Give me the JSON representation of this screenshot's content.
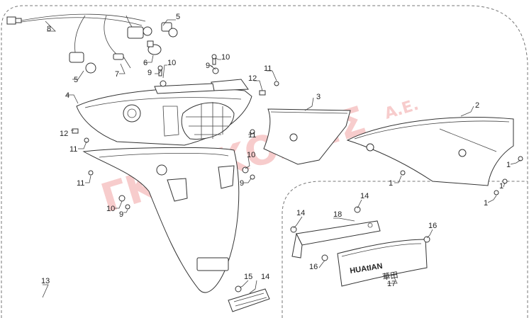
{
  "callouts": [
    {
      "id": "c1a",
      "text": "1"
    },
    {
      "id": "c1b",
      "text": "1"
    },
    {
      "id": "c1c",
      "text": "1"
    },
    {
      "id": "c1d",
      "text": "1"
    },
    {
      "id": "c2",
      "text": "2"
    },
    {
      "id": "c3",
      "text": "3"
    },
    {
      "id": "c4",
      "text": "4"
    },
    {
      "id": "c5a",
      "text": "5"
    },
    {
      "id": "c5b",
      "text": "5"
    },
    {
      "id": "c6",
      "text": "6"
    },
    {
      "id": "c7",
      "text": "7"
    },
    {
      "id": "c8",
      "text": "8"
    },
    {
      "id": "c9a",
      "text": "9"
    },
    {
      "id": "c9b",
      "text": "9"
    },
    {
      "id": "c9c",
      "text": "9"
    },
    {
      "id": "c9d",
      "text": "9"
    },
    {
      "id": "c10a",
      "text": "10"
    },
    {
      "id": "c10b",
      "text": "10"
    },
    {
      "id": "c10c",
      "text": "10"
    },
    {
      "id": "c10d",
      "text": "10"
    },
    {
      "id": "c11a",
      "text": "11"
    },
    {
      "id": "c11b",
      "text": "11"
    },
    {
      "id": "c11c",
      "text": "11"
    },
    {
      "id": "c11d",
      "text": "11"
    },
    {
      "id": "c12a",
      "text": "12"
    },
    {
      "id": "c12b",
      "text": "12"
    },
    {
      "id": "c13",
      "text": "13"
    },
    {
      "id": "c14a",
      "text": "14"
    },
    {
      "id": "c14b",
      "text": "14"
    },
    {
      "id": "c14c",
      "text": "14"
    },
    {
      "id": "c15",
      "text": "15"
    },
    {
      "id": "c16a",
      "text": "16"
    },
    {
      "id": "c16b",
      "text": "16"
    },
    {
      "id": "c17",
      "text": "17"
    },
    {
      "id": "c18",
      "text": "18"
    }
  ],
  "watermark": {
    "main": "ΓΚΟΡΚΟΛΗΣ",
    "suffix": "Α.Ε."
  },
  "plate": {
    "brand": "HUAtIAN",
    "chinese": "華田"
  },
  "colors": {
    "watermark": "#f1a3a3",
    "line": "#333333",
    "background": "#ffffff"
  }
}
